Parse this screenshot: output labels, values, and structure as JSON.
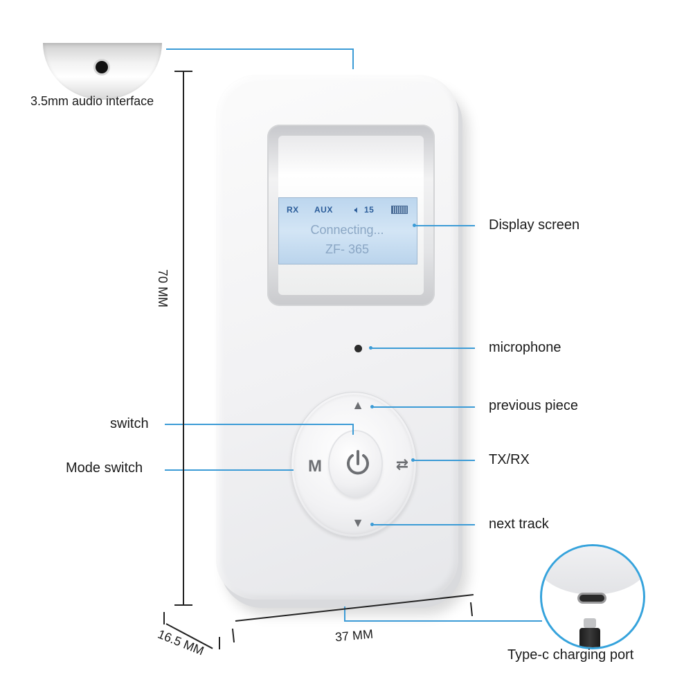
{
  "labels": {
    "audio_interface": "3.5mm audio interface",
    "display_screen": "Display screen",
    "microphone": "microphone",
    "previous_piece": "previous piece",
    "switch": "switch",
    "tx_rx": "TX/RX",
    "mode_switch": "Mode switch",
    "next_track": "next track",
    "type_c_port": "Type-c charging port"
  },
  "dimensions": {
    "height": "70 MM",
    "width": "37 MM",
    "depth": "16.5 MM"
  },
  "lcd": {
    "mode": "RX",
    "source": "AUX",
    "volume": "15",
    "status_line": "Connecting...",
    "device_name": "ZF- 365"
  },
  "buttons": {
    "mode_key": "M",
    "up_glyph": "▲",
    "down_glyph": "▼",
    "txrx_glyph": "⇄"
  },
  "colors": {
    "accent_line": "#3b9bd6",
    "lcd_text": "#2c5d9a"
  }
}
